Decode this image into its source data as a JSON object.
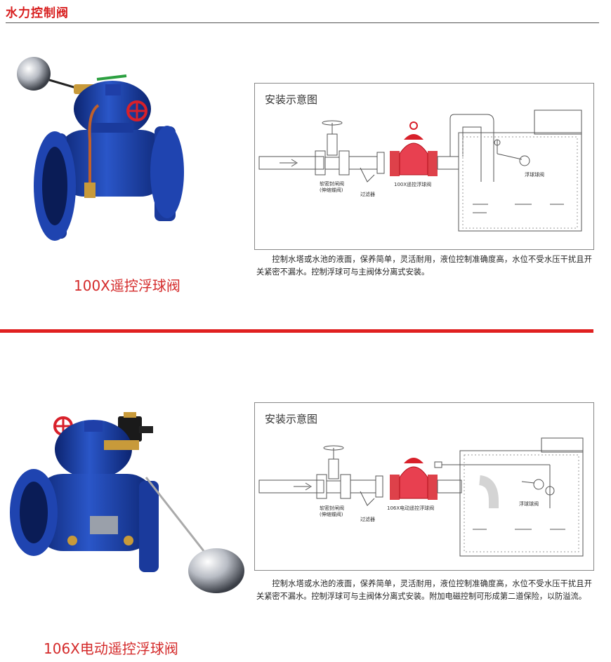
{
  "page_title": "水力控制阀",
  "colors": {
    "accent": "#e02020",
    "valve_blue": "#1f3fa8",
    "valve_red": "#d8202a"
  },
  "products": [
    {
      "name": "100X遥控浮球阀",
      "diagram": {
        "title": "安装示意图",
        "labels": {
          "gate_valve": "软密封闸阀",
          "gate_valve_sub": "(伸缩蝶阀)",
          "filter": "过滤器",
          "main_valve": "100X遥控浮球阀",
          "float_valve": "浮球球阀"
        }
      },
      "description": "控制水塔或水池的液面，保养简单，灵活耐用，液位控制准确度高，水位不受水压干扰且开关紧密不漏水。控制浮球可与主阀体分离式安装。"
    },
    {
      "name": "106X电动遥控浮球阀",
      "diagram": {
        "title": "安装示意图",
        "labels": {
          "gate_valve": "软密封闸阀",
          "gate_valve_sub": "(伸缩蝶阀)",
          "filter": "过滤器",
          "main_valve": "106X电动遥控浮球阀",
          "float_valve": "浮球球阀"
        }
      },
      "description": "控制水塔或水池的液面，保养简单，灵活耐用，液位控制准确度高，水位不受水压干扰且开关紧密不漏水。控制浮球可与主阀体分离式安装。附加电磁控制可形成第二道保险，以防溢流。"
    }
  ]
}
